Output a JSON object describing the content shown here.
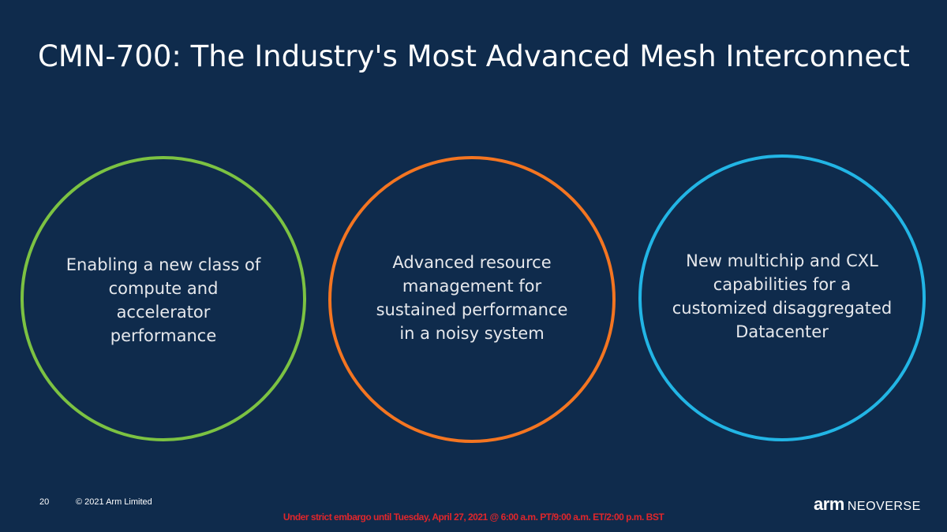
{
  "slide": {
    "title": "CMN-700: The Industry's Most Advanced Mesh Interconnect",
    "circles": [
      {
        "text": "Enabling a new class of compute and accelerator performance",
        "color": "#7cc242"
      },
      {
        "text": "Advanced resource management for sustained performance in a noisy system",
        "color": "#f47521"
      },
      {
        "text": "New multichip and CXL capabilities for a customized disaggregated Datacenter",
        "color": "#22b5e5"
      }
    ],
    "page_number": "20",
    "copyright": "© 2021 Arm Limited",
    "embargo": "Under strict embargo until Tuesday, April 27, 2021 @ 6:00 a.m. PT/9:00 a.m. ET/2:00 p.m. BST",
    "logo": {
      "arm": "arm",
      "product": "NEOVERSE"
    }
  },
  "colors": {
    "background": "#0f2b4c",
    "embargo": "#e0262b"
  }
}
